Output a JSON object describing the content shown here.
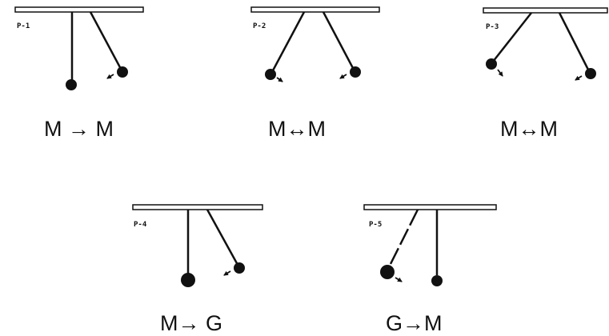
{
  "panels": [
    {
      "label": "P-1",
      "caption": "M → M"
    },
    {
      "label": "P-2",
      "caption": "M↔M"
    },
    {
      "label": "P-3",
      "caption": "M↔M"
    },
    {
      "label": "P-4",
      "caption": "M→ G"
    },
    {
      "label": "P-5",
      "caption": "G→M"
    }
  ],
  "colors": {
    "ink": "#111111",
    "background": "#ffffff"
  }
}
